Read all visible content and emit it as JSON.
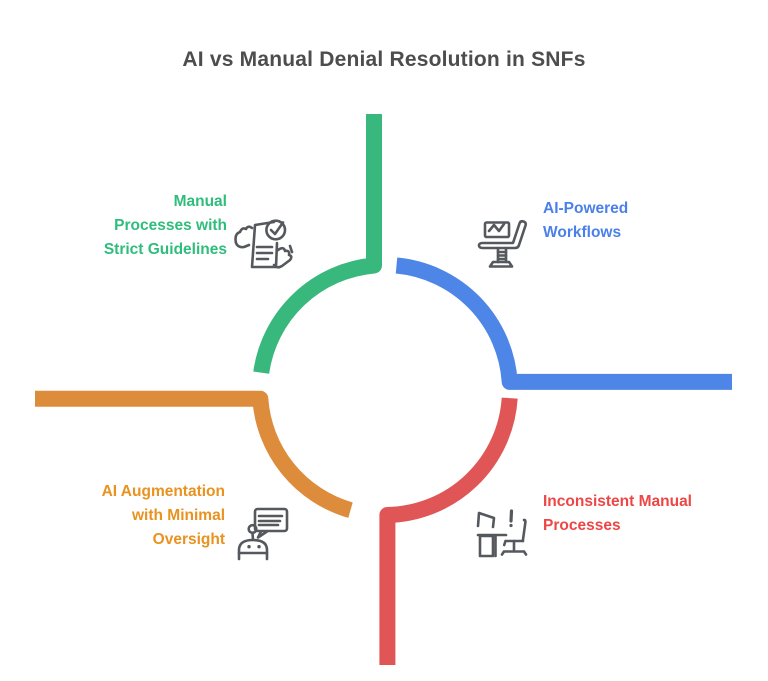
{
  "title": {
    "text": "AI vs Manual Denial Resolution in SNFs",
    "color": "#4d4d4d"
  },
  "icon_color": "#55585c",
  "background_color": "#ffffff",
  "quadrants": [
    {
      "name": "manual-processes-with-strict-guidelines",
      "position": "top-left",
      "label": "Manual\nProcesses with\nStrict Guidelines",
      "color": "#38b87c",
      "text_color": "#2fbd7b",
      "icon": "document-check-icon"
    },
    {
      "name": "ai-powered-workflows",
      "position": "top-right",
      "label": "AI-Powered\nWorkflows",
      "color": "#4e86e8",
      "text_color": "#4a80ea",
      "icon": "monitor-chart-icon"
    },
    {
      "name": "ai-augmentation-with-minimal-oversight",
      "position": "bottom-left",
      "label": "AI Augmentation\nwith Minimal\nOversight",
      "color": "#dd8c3c",
      "text_color": "#e9921f",
      "icon": "robot-chat-icon"
    },
    {
      "name": "inconsistent-manual-processes",
      "position": "bottom-right",
      "label": "Inconsistent Manual\nProcesses",
      "color": "#e05656",
      "text_color": "#ee4646",
      "icon": "desk-computer-icon"
    }
  ]
}
